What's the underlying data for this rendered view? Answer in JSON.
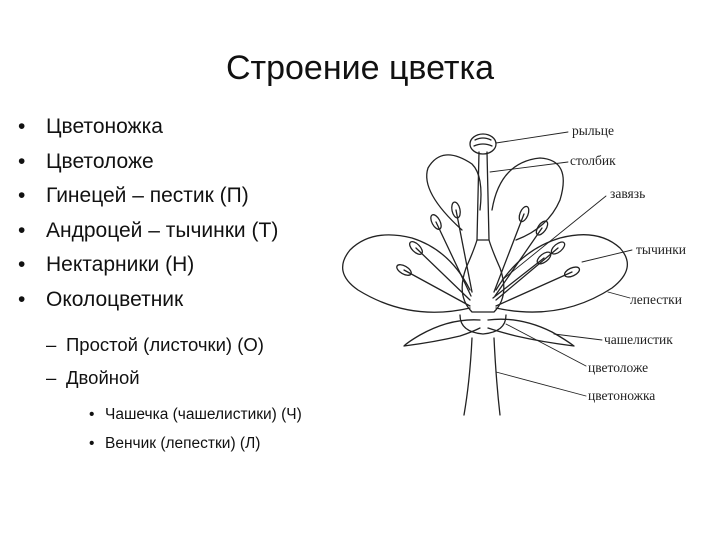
{
  "slide": {
    "title": "Строение цветка",
    "bullets": [
      "Цветоножка",
      "Цветоложе",
      "Гинецей – пестик (П)",
      "Андроцей – тычинки (Т)",
      "Нектарники (Н)",
      "Околоцветник"
    ],
    "sub_bullets": [
      "Простой (листочки) (О)",
      "Двойной"
    ],
    "sub_sub_bullets": [
      "Чашечка (чашелистики) (Ч)",
      "Венчик (лепестки) (Л)"
    ]
  },
  "diagram": {
    "labels": {
      "stigma": "рыльце",
      "style": "столбик",
      "ovary": "завязь",
      "stamens": "тычинки",
      "petals": "лепестки",
      "sepal": "чашелистик",
      "receptacle": "цветоложе",
      "pedicel": "цветоножка"
    }
  }
}
